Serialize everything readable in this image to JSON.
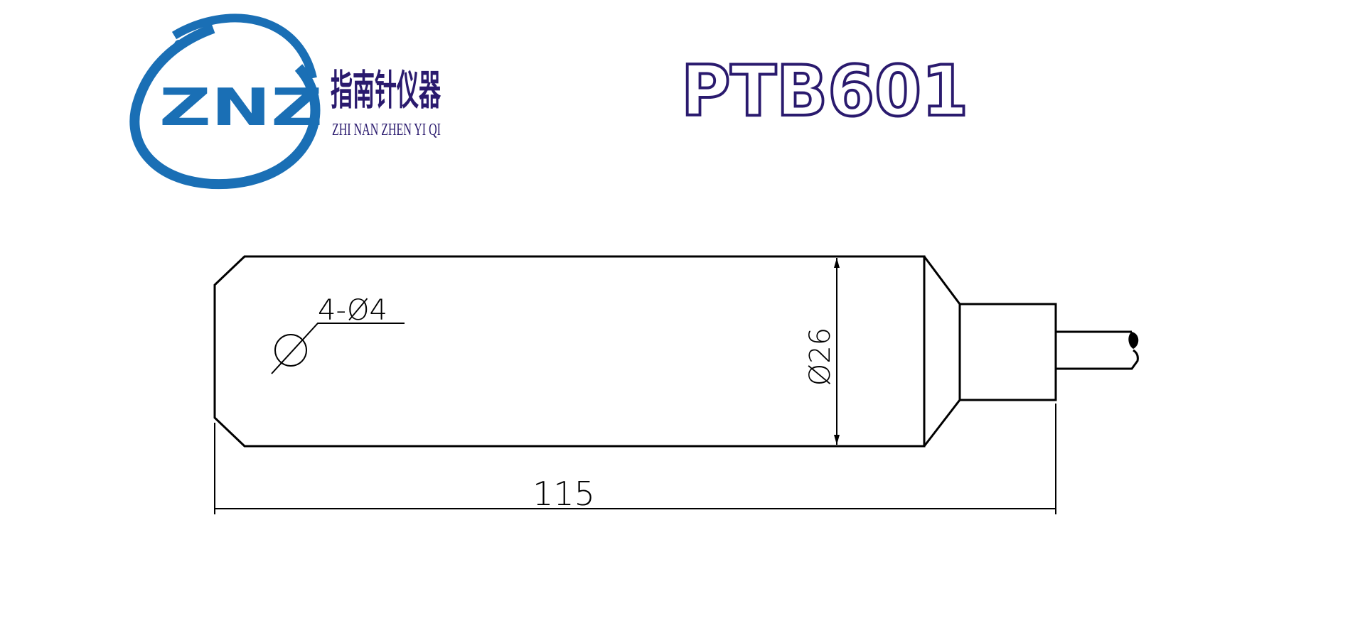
{
  "logo": {
    "mark_text": "ZNZ",
    "chinese_name": "指南针仪器",
    "pinyin_name": "ZHI NAN ZHEN YI QI",
    "colors": {
      "blue": "#1a6fb5",
      "dark_blue": "#0d4e80",
      "text": "#2a1a6e"
    }
  },
  "title": "PTB601",
  "title_color": "#2a1a6e",
  "drawing": {
    "hole_callout": "4-Ø4",
    "diameter_label": "Ø26",
    "length_label": "115"
  }
}
